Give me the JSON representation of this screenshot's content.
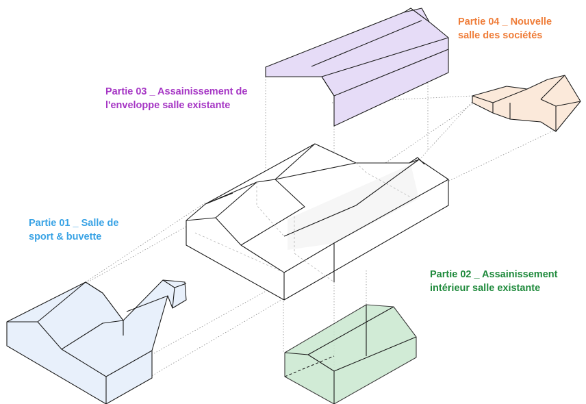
{
  "parts": [
    {
      "id": "p03",
      "line1": "Partie 03 _ Assainissement de",
      "line2": "l'enveloppe salle existante",
      "color": "#a535c4",
      "fill": "#e6dcf7"
    },
    {
      "id": "p04",
      "line1": "Partie 04 _ Nouvelle",
      "line2": "salle des sociétés",
      "color": "#ef7d39",
      "fill": "#fbe9da"
    },
    {
      "id": "p01",
      "line1": "Partie 01 _ Salle de",
      "line2": "sport & buvette",
      "color": "#39a3e5",
      "fill": "#e8f0fb"
    },
    {
      "id": "p02",
      "line1": "Partie 02 _ Assainissement",
      "line2": "intérieur salle existante",
      "color": "#1f8a3c",
      "fill": "#c9e8cf"
    }
  ]
}
